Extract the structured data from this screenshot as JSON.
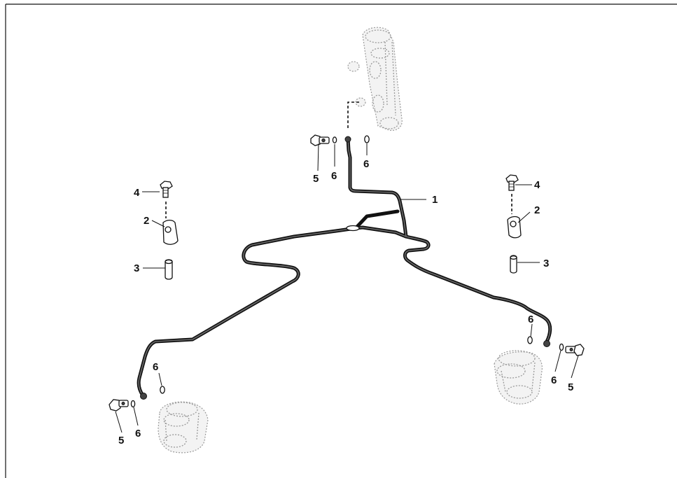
{
  "labels": {
    "pipe": "1",
    "clamp": "2",
    "sleeve": "3",
    "clamp_bolt": "4",
    "banjo_bolt": "5",
    "washer": "6"
  }
}
